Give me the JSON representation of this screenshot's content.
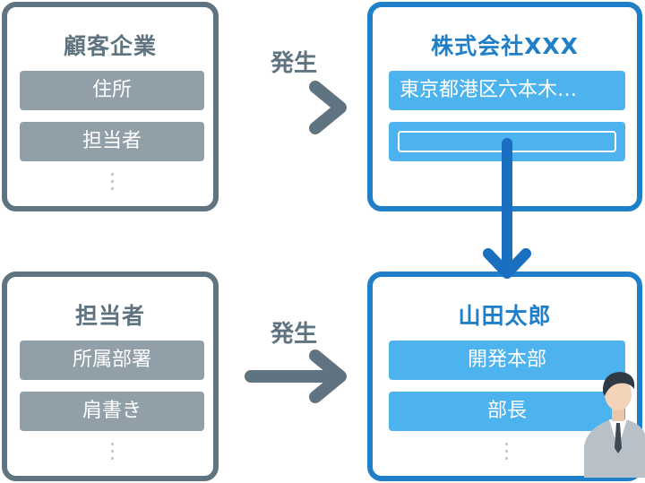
{
  "top_left": {
    "title": "顧客企業",
    "rows": [
      "住所",
      "担当者"
    ]
  },
  "top_right": {
    "title": "株式会社XXX",
    "rows": [
      "東京都港区六本木…"
    ]
  },
  "bottom_left": {
    "title": "担当者",
    "rows": [
      "所属部署",
      "肩書き"
    ]
  },
  "bottom_right": {
    "title": "山田太郎",
    "rows": [
      "開発本部",
      "部長"
    ]
  },
  "arrows": {
    "top_label": "発生",
    "bottom_label": "発生"
  },
  "colors": {
    "gray_border": "#5f7480",
    "gray_row": "#909fa8",
    "blue_border": "#1f7fc8",
    "blue_row": "#4cb3ee",
    "link_arrow": "#1a6fc0"
  },
  "icons": [
    "businessman-icon"
  ]
}
